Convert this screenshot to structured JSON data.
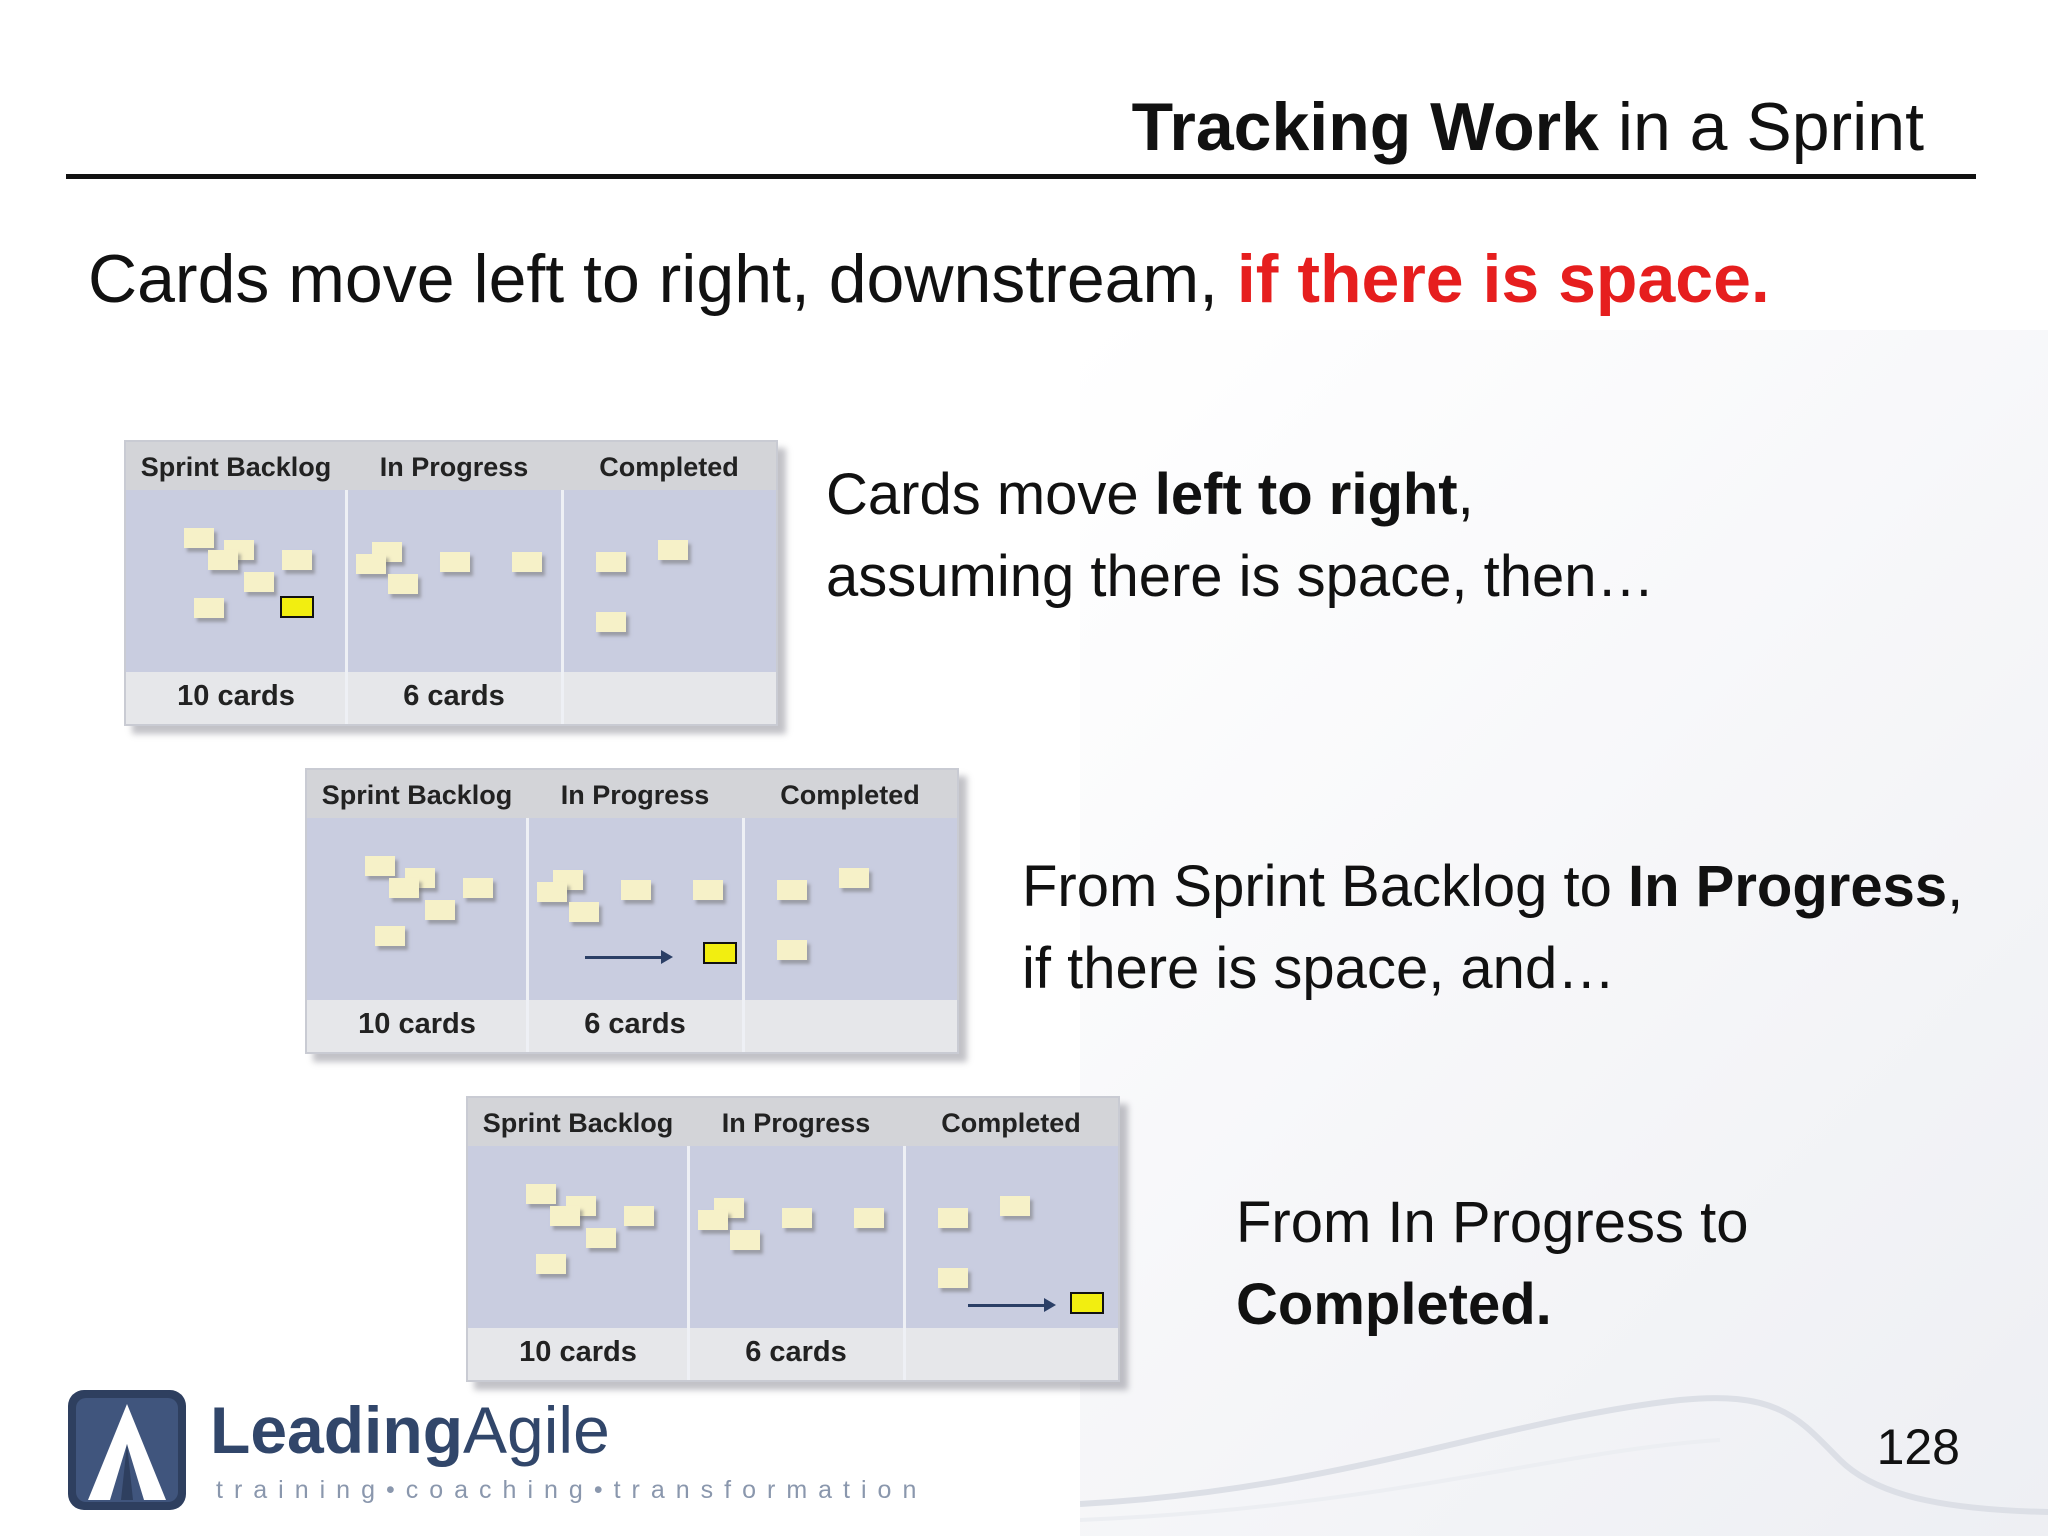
{
  "title": {
    "bold": "Tracking Work",
    "rest": " in a Sprint"
  },
  "subtitle": {
    "plain": "Cards move left to right, downstream, ",
    "emphasis": "if there is space."
  },
  "boards": [
    {
      "columns": [
        "Sprint Backlog",
        "In Progress",
        "Completed"
      ],
      "counts": [
        "10 cards",
        "6 cards",
        ""
      ]
    },
    {
      "columns": [
        "Sprint Backlog",
        "In Progress",
        "Completed"
      ],
      "counts": [
        "10 cards",
        "6 cards",
        ""
      ]
    },
    {
      "columns": [
        "Sprint Backlog",
        "In Progress",
        "Completed"
      ],
      "counts": [
        "10 cards",
        "6 cards",
        ""
      ]
    }
  ],
  "captions": [
    {
      "line1_a": "Cards move ",
      "line1_b": "left to right",
      "line1_c": ",",
      "line2": "assuming there is space, then…"
    },
    {
      "line1_a": "From Sprint Backlog to ",
      "line1_b": "In Progress",
      "line1_c": ",",
      "line2": "if there is space, and…"
    },
    {
      "line1": "From In Progress to",
      "line2": "Completed."
    }
  ],
  "logo": {
    "name_bold": "Leading",
    "name_light": "Agile",
    "tagline": "training•coaching•transformation"
  },
  "colors": {
    "emphasis": "#e61e1e",
    "brand": "#31466a",
    "card": "#f6f1c8",
    "moving_card": "#f2ee10",
    "board_body": "#c9cde0"
  },
  "page_number": "128"
}
